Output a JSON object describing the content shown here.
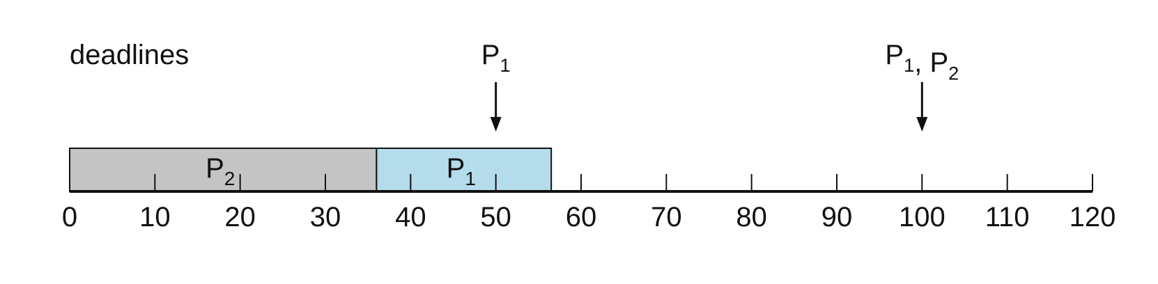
{
  "title": "deadlines",
  "colors": {
    "axis": "#111111",
    "p2_fill": "#c4c4c4",
    "p1_fill": "#b4dcea",
    "outline": "#111111"
  },
  "timeline": {
    "start": 0,
    "end": 120,
    "tick_step": 10,
    "tick_labels": [
      "0",
      "10",
      "20",
      "30",
      "40",
      "50",
      "60",
      "70",
      "80",
      "90",
      "100",
      "110",
      "120"
    ]
  },
  "blocks": [
    {
      "process": "P",
      "sub": "2",
      "start": 0,
      "end": 36,
      "color": "#c4c4c4"
    },
    {
      "process": "P",
      "sub": "1",
      "start": 36,
      "end": 56.5,
      "color": "#b4dcea"
    }
  ],
  "deadlines": [
    {
      "time": 50,
      "parts": [
        {
          "p": "P",
          "sub": "1"
        }
      ],
      "separator": ""
    },
    {
      "time": 100,
      "parts": [
        {
          "p": "P",
          "sub": "1"
        },
        {
          "p": "P",
          "sub": "2"
        }
      ],
      "separator": ", "
    }
  ]
}
